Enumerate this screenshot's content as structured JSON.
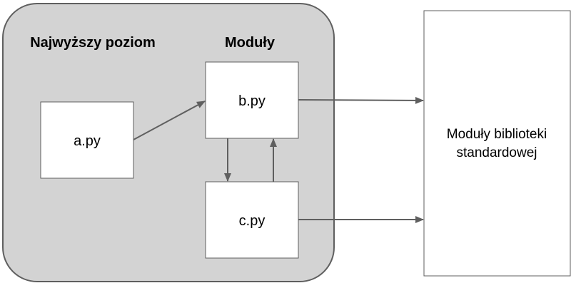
{
  "diagram": {
    "top_level_label": "Najwyższy poziom",
    "modules_label": "Moduły",
    "files": {
      "a": "a.py",
      "b": "b.py",
      "c": "c.py"
    },
    "stdlib": {
      "line1": "Moduły biblioteki",
      "line2": "standardowej"
    },
    "colors": {
      "group_fill": "#d3d3d3",
      "group_stroke": "#5f5f5f",
      "box_fill": "#ffffff",
      "arrow": "#5f5f5f"
    }
  }
}
